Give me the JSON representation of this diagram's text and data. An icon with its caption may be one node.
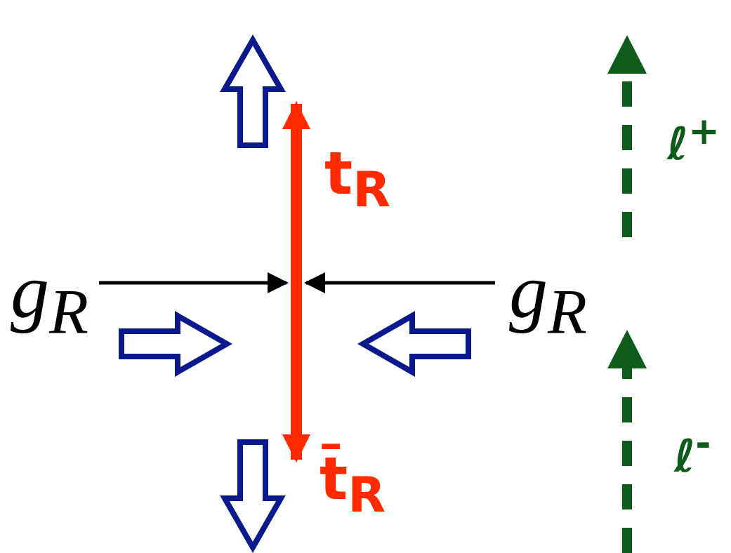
{
  "diagram": {
    "nodes": [
      {
        "text": [
          "g$_{R}$"
        ]
      },
      {
        "text": [
          "g$_{R}$"
        ]
      },
      {
        "text": [
          "t$_{R}$"
        ]
      },
      {
        "text": [
          "t̄$_{R}$"
        ]
      }
    ],
    "edges": [
      {
        "from": 0,
        "to": null,
        "arrow": "to"
      },
      {
        "from": 1,
        "to": null,
        "arrow": "to"
      },
      {
        "from": 3,
        "to": 2,
        "arrow": "both",
        "style": "thick",
        "color": "#ff2a00"
      }
    ],
    "labels": [
      "ℓ$^{+}$",
      "ℓ$^{-}$"
    ]
  }
}
